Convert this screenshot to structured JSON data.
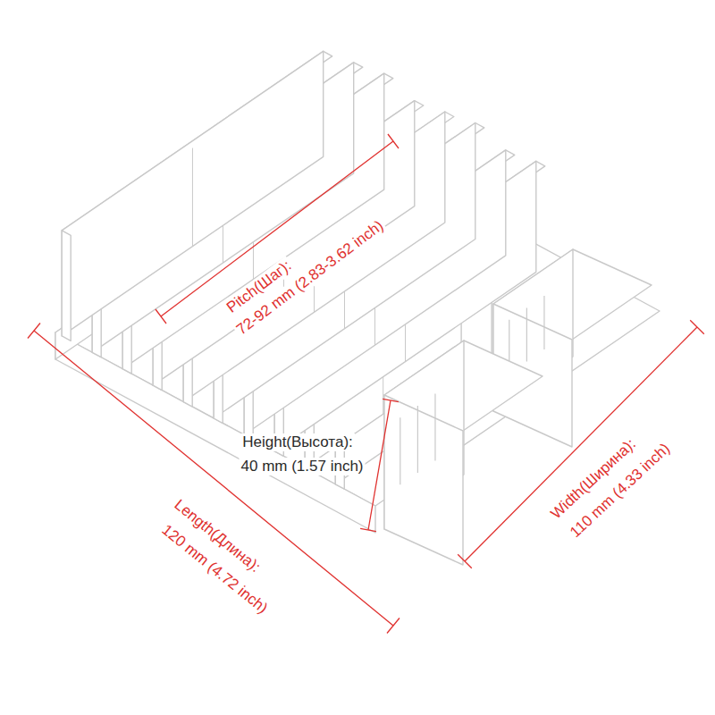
{
  "diagram": {
    "labels": [
      "Pitch(Шаг):",
      "72-92 mm (2.83-3.62 inch)",
      "Height(Высота):",
      "40 mm (1.57 inch)",
      "Length(Длина):",
      "120 mm (4.72 inch)",
      "Width(Ширина):",
      "110 mm (4.33 inch)"
    ]
  }
}
